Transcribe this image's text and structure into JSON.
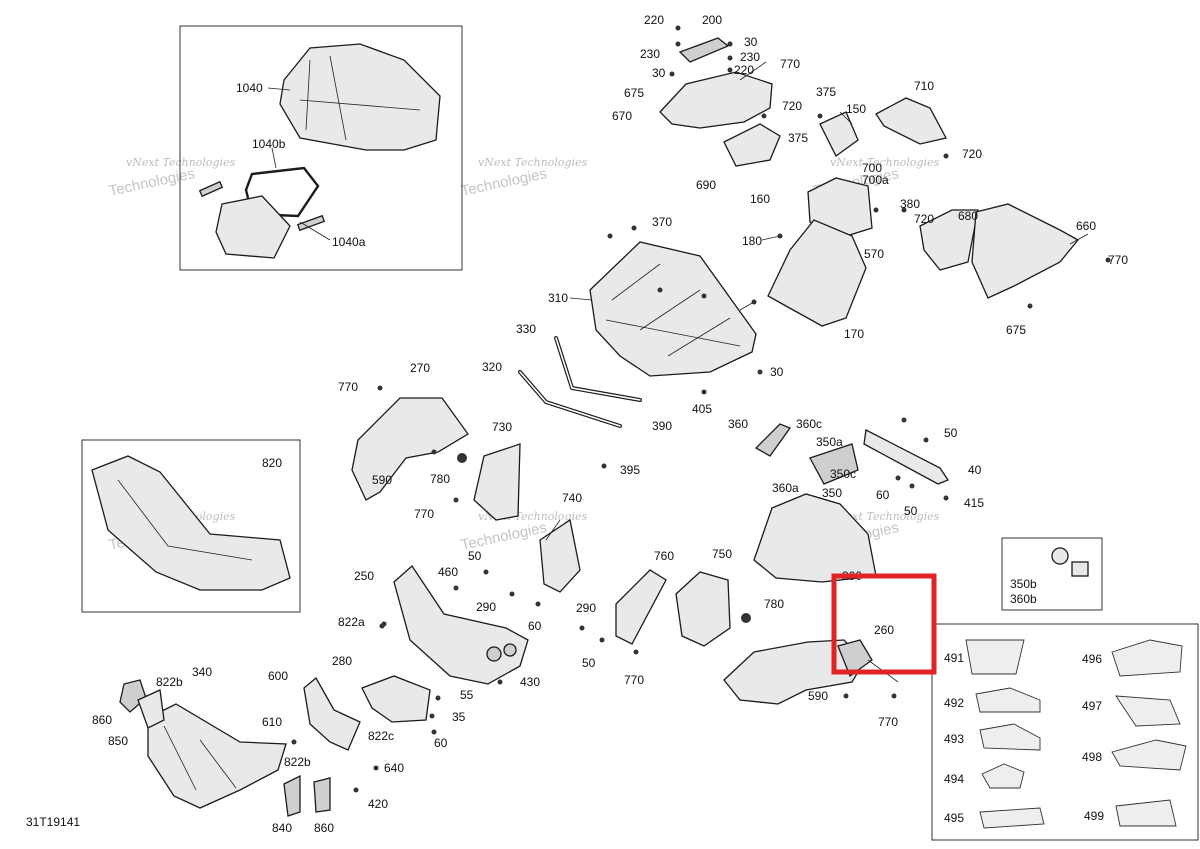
{
  "drawing_code": "31T19141",
  "highlight": {
    "label": "260",
    "color": "#e02424"
  },
  "watermark": {
    "line1": "vNext Technologies",
    "line2": "Technologies"
  },
  "callouts": [
    "1040",
    "1040b",
    "1040a",
    "220",
    "200",
    "230",
    "30",
    "230",
    "770",
    "30",
    "220",
    "675",
    "670",
    "720",
    "375",
    "150",
    "710",
    "375",
    "720",
    "690",
    "700",
    "700a",
    "160",
    "380",
    "720",
    "680",
    "660",
    "770",
    "180",
    "570",
    "170",
    "675",
    "370",
    "310",
    "330",
    "320",
    "30",
    "405",
    "390",
    "395",
    "770",
    "270",
    "730",
    "590",
    "780",
    "770",
    "820",
    "360",
    "360c",
    "350a",
    "50",
    "40",
    "350c",
    "360a",
    "350",
    "60",
    "50",
    "415",
    "740",
    "760",
    "750",
    "300",
    "780",
    "350b",
    "360b",
    "250",
    "460",
    "50",
    "290",
    "290",
    "60",
    "50",
    "822a",
    "280",
    "55",
    "430",
    "35",
    "60",
    "822c",
    "600",
    "610",
    "640",
    "420",
    "340",
    "822b",
    "860",
    "850",
    "822b",
    "840",
    "860",
    "770",
    "260",
    "590",
    "770",
    "491",
    "492",
    "493",
    "494",
    "495",
    "496",
    "497",
    "498",
    "499"
  ]
}
